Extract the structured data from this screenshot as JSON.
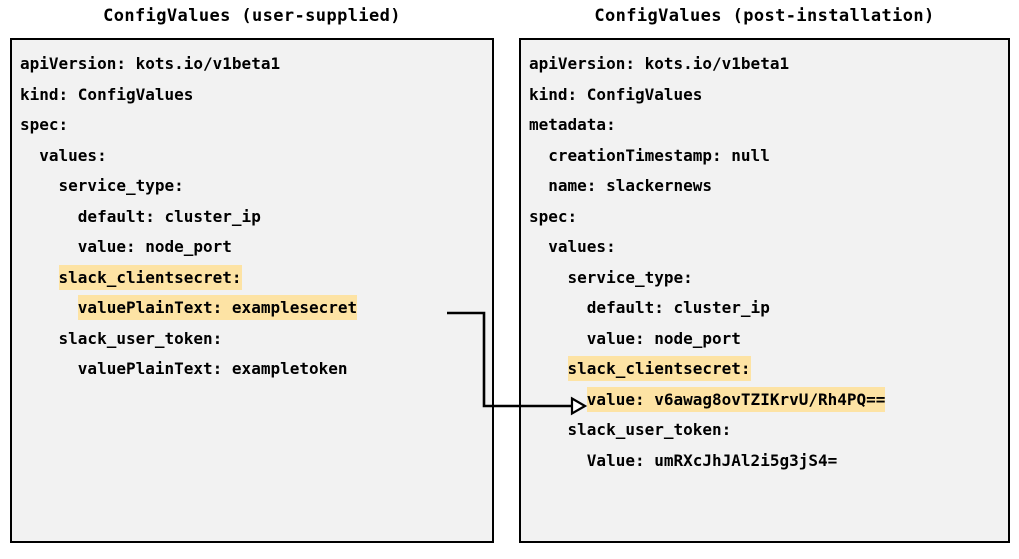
{
  "diagram": {
    "kind": "two-panel-yaml-comparison",
    "panels": [
      {
        "id": "user-supplied",
        "title": "ConfigValues (user-supplied)",
        "lines": [
          {
            "indent": 0,
            "text": "apiVersion: kots.io/v1beta1",
            "highlight": false
          },
          {
            "indent": 0,
            "text": "kind: ConfigValues",
            "highlight": false
          },
          {
            "indent": 0,
            "text": "spec:",
            "highlight": false
          },
          {
            "indent": 1,
            "text": "values:",
            "highlight": false
          },
          {
            "indent": 2,
            "text": "service_type:",
            "highlight": false
          },
          {
            "indent": 3,
            "text": "default: cluster_ip",
            "highlight": false
          },
          {
            "indent": 3,
            "text": "value: node_port",
            "highlight": false
          },
          {
            "indent": 2,
            "text": "slack_clientsecret:",
            "highlight": true
          },
          {
            "indent": 3,
            "text": "valuePlainText: examplesecret",
            "highlight": true
          },
          {
            "indent": 2,
            "text": "slack_user_token:",
            "highlight": false
          },
          {
            "indent": 3,
            "text": "valuePlainText: exampletoken",
            "highlight": false
          }
        ]
      },
      {
        "id": "post-installation",
        "title": "ConfigValues (post-installation)",
        "lines": [
          {
            "indent": 0,
            "text": "apiVersion: kots.io/v1beta1",
            "highlight": false
          },
          {
            "indent": 0,
            "text": "kind: ConfigValues",
            "highlight": false
          },
          {
            "indent": 0,
            "text": "metadata:",
            "highlight": false
          },
          {
            "indent": 1,
            "text": "creationTimestamp: null",
            "highlight": false
          },
          {
            "indent": 1,
            "text": "name: slackernews",
            "highlight": false
          },
          {
            "indent": 0,
            "text": "spec:",
            "highlight": false
          },
          {
            "indent": 1,
            "text": "values:",
            "highlight": false
          },
          {
            "indent": 2,
            "text": "service_type:",
            "highlight": false
          },
          {
            "indent": 3,
            "text": "default: cluster_ip",
            "highlight": false
          },
          {
            "indent": 3,
            "text": "value: node_port",
            "highlight": false
          },
          {
            "indent": 2,
            "text": "slack_clientsecret:",
            "highlight": true
          },
          {
            "indent": 3,
            "text": "value: v6awag8ovTZIKrvU/Rh4PQ==",
            "highlight": true
          },
          {
            "indent": 2,
            "text": "slack_user_token:",
            "highlight": false
          },
          {
            "indent": 3,
            "text": "Value: umRXcJhJAl2i5g3jS4=",
            "highlight": false
          }
        ]
      }
    ],
    "connector": {
      "name": "encryption-mapping-arrow",
      "from_label": "valuePlainText: examplesecret",
      "to_label": "value: v6awag8ovTZIKrvU/Rh4PQ==",
      "arrowhead": "open-triangle"
    },
    "colors": {
      "highlight": "#fde3a4",
      "box_fill": "#f2f2f2",
      "box_border": "#000000",
      "text": "#000000",
      "connector": "#000000",
      "page_background": "#ffffff"
    }
  }
}
